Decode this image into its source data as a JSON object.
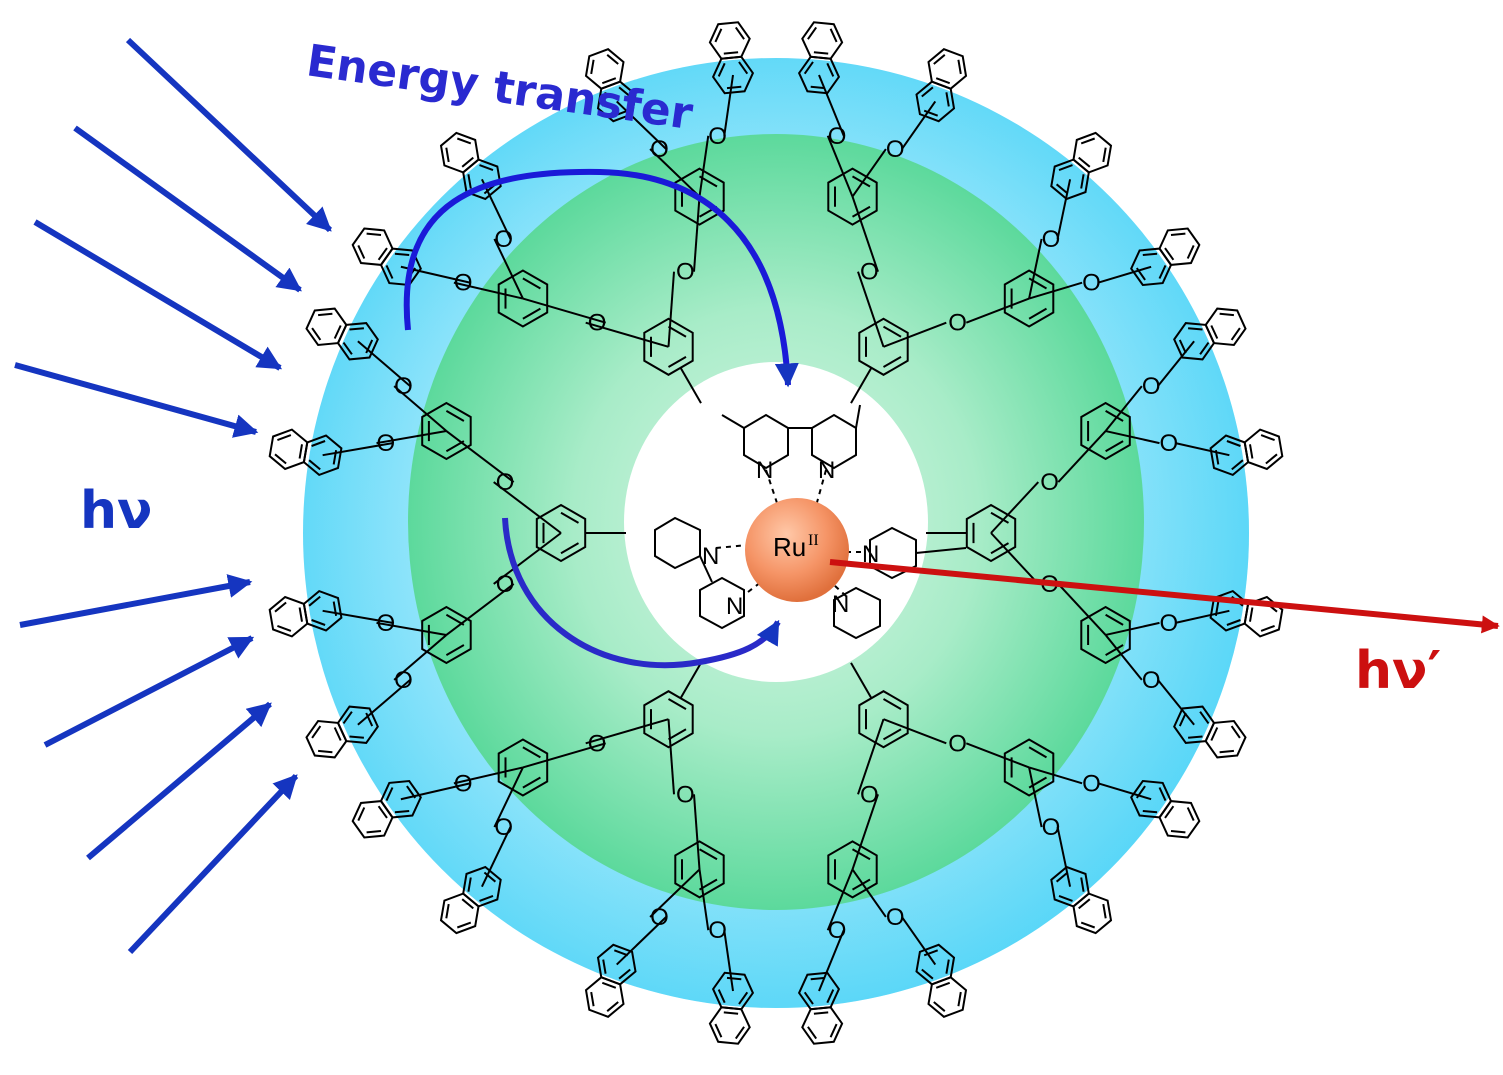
{
  "labels": {
    "energy_transfer": "Energy transfer",
    "hv_in": "hν",
    "hv_out": "hν′",
    "metal": "Ru",
    "oxidation_state": "II",
    "nitrogen": "N",
    "oxygen": "O"
  },
  "colors": {
    "outer_shell": "#5fd8f8",
    "inner_shell": "#58d89a",
    "core": "#ffffff",
    "incoming_arrows": "#1535c0",
    "energy_transfer_arrows": "#1a1ad8",
    "emission_arrow": "#cc1010",
    "metal_center": "#f08a5a",
    "bonds": "#000000"
  },
  "icons": {
    "chromophore": "naphthalene-icon",
    "linker": "benzene-ring-icon",
    "ligand": "bipyridine-icon",
    "metal_center": "ruthenium-sphere-icon"
  }
}
